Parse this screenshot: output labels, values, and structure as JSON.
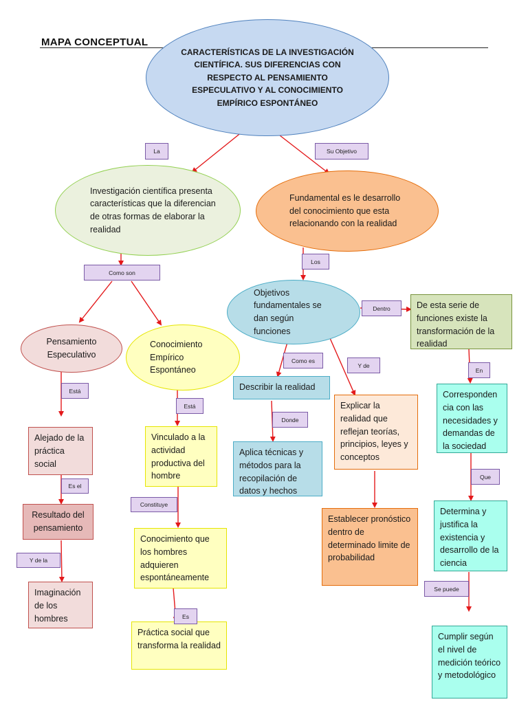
{
  "page": {
    "title": "MAPA CONCEPTUAL"
  },
  "nodes": {
    "root": "CARACTERÍSTICAS DE LA INVESTIGACIÓN CIENTÍFICA. SUS DIFERENCIAS CON RESPECTO AL PENSAMIENTO ESPECULATIVO Y AL CONOCIMIENTO EMPÍRICO ESPONTÁNEO",
    "investigacion": "Investigación científica presenta características que la diferencian de otras formas de elaborar la realidad",
    "fundamental": "Fundamental es le desarrollo del conocimiento que esta relacionando con la realidad",
    "pensamiento": "Pensamiento Especulativo",
    "conocimiento": "Conocimiento Empírico Espontáneo",
    "objetivos": "Objetivos fundamentales se dan según funciones",
    "serie": "De esta serie de funciones existe la transformación de la realidad",
    "alejado": "Alejado de la práctica social",
    "resultado": "Resultado del pensamiento",
    "imaginacion": "Imaginación de los hombres",
    "vinculado": "Vinculado a la actividad productiva del hombre",
    "conocimiento_hombres": "Conocimiento que los hombres adquieren espontáneamente",
    "practica": "Práctica social que transforma la realidad",
    "describir": "Describir la realidad",
    "aplica": "Aplica técnicas y métodos para la recopilación de datos y hechos",
    "explicar": "Explicar la realidad que reflejan teorías, principios, leyes y conceptos",
    "establecer": "Establecer pronóstico dentro de determinado limite de probabilidad",
    "corresponden": "Corresponden cia con las necesidades y demandas de la sociedad",
    "determina": "Determina y justifica la existencia y desarrollo de la ciencia",
    "cumplir": "Cumplir según el nivel de medición teórico y metodológico"
  },
  "connectors": {
    "la": "La",
    "su_objetivo": "Su Objetivo",
    "como_son": "Como son",
    "los": "Los",
    "dentro": "Dentro",
    "como_es": "Como es",
    "y_de": "Y de",
    "esta_1": "Está",
    "esta_2": "Está",
    "donde": "Donde",
    "en": "En",
    "es_el": "Es el",
    "constituye": "Constituye",
    "que": "Que",
    "y_de_la": "Y de la",
    "es": "Es",
    "se_puede": "Se puede"
  },
  "colors": {
    "arrow": "#e3191b",
    "root_fill": "#c6d9f1",
    "root_border": "#4f81bd",
    "green_fill": "#ebf1de",
    "green_border": "#92d050",
    "orange_fill": "#fac090",
    "orange_border": "#e46c0a",
    "pink_fill": "#f2dcdb",
    "red_border": "#c0504d",
    "yellow_fill": "#ffffc0",
    "yellow_border": "#e5e500",
    "blue_fill": "#b7dde8",
    "blue_border": "#4bacc6",
    "olive_fill": "#d7e4bc",
    "olive_border": "#77933c",
    "cyan_fill": "#aaffee",
    "cyan_border": "#31a896",
    "peach_fill": "#fde9d9",
    "tag_fill": "#e3d4f0",
    "tag_border": "#7a5aa6"
  }
}
